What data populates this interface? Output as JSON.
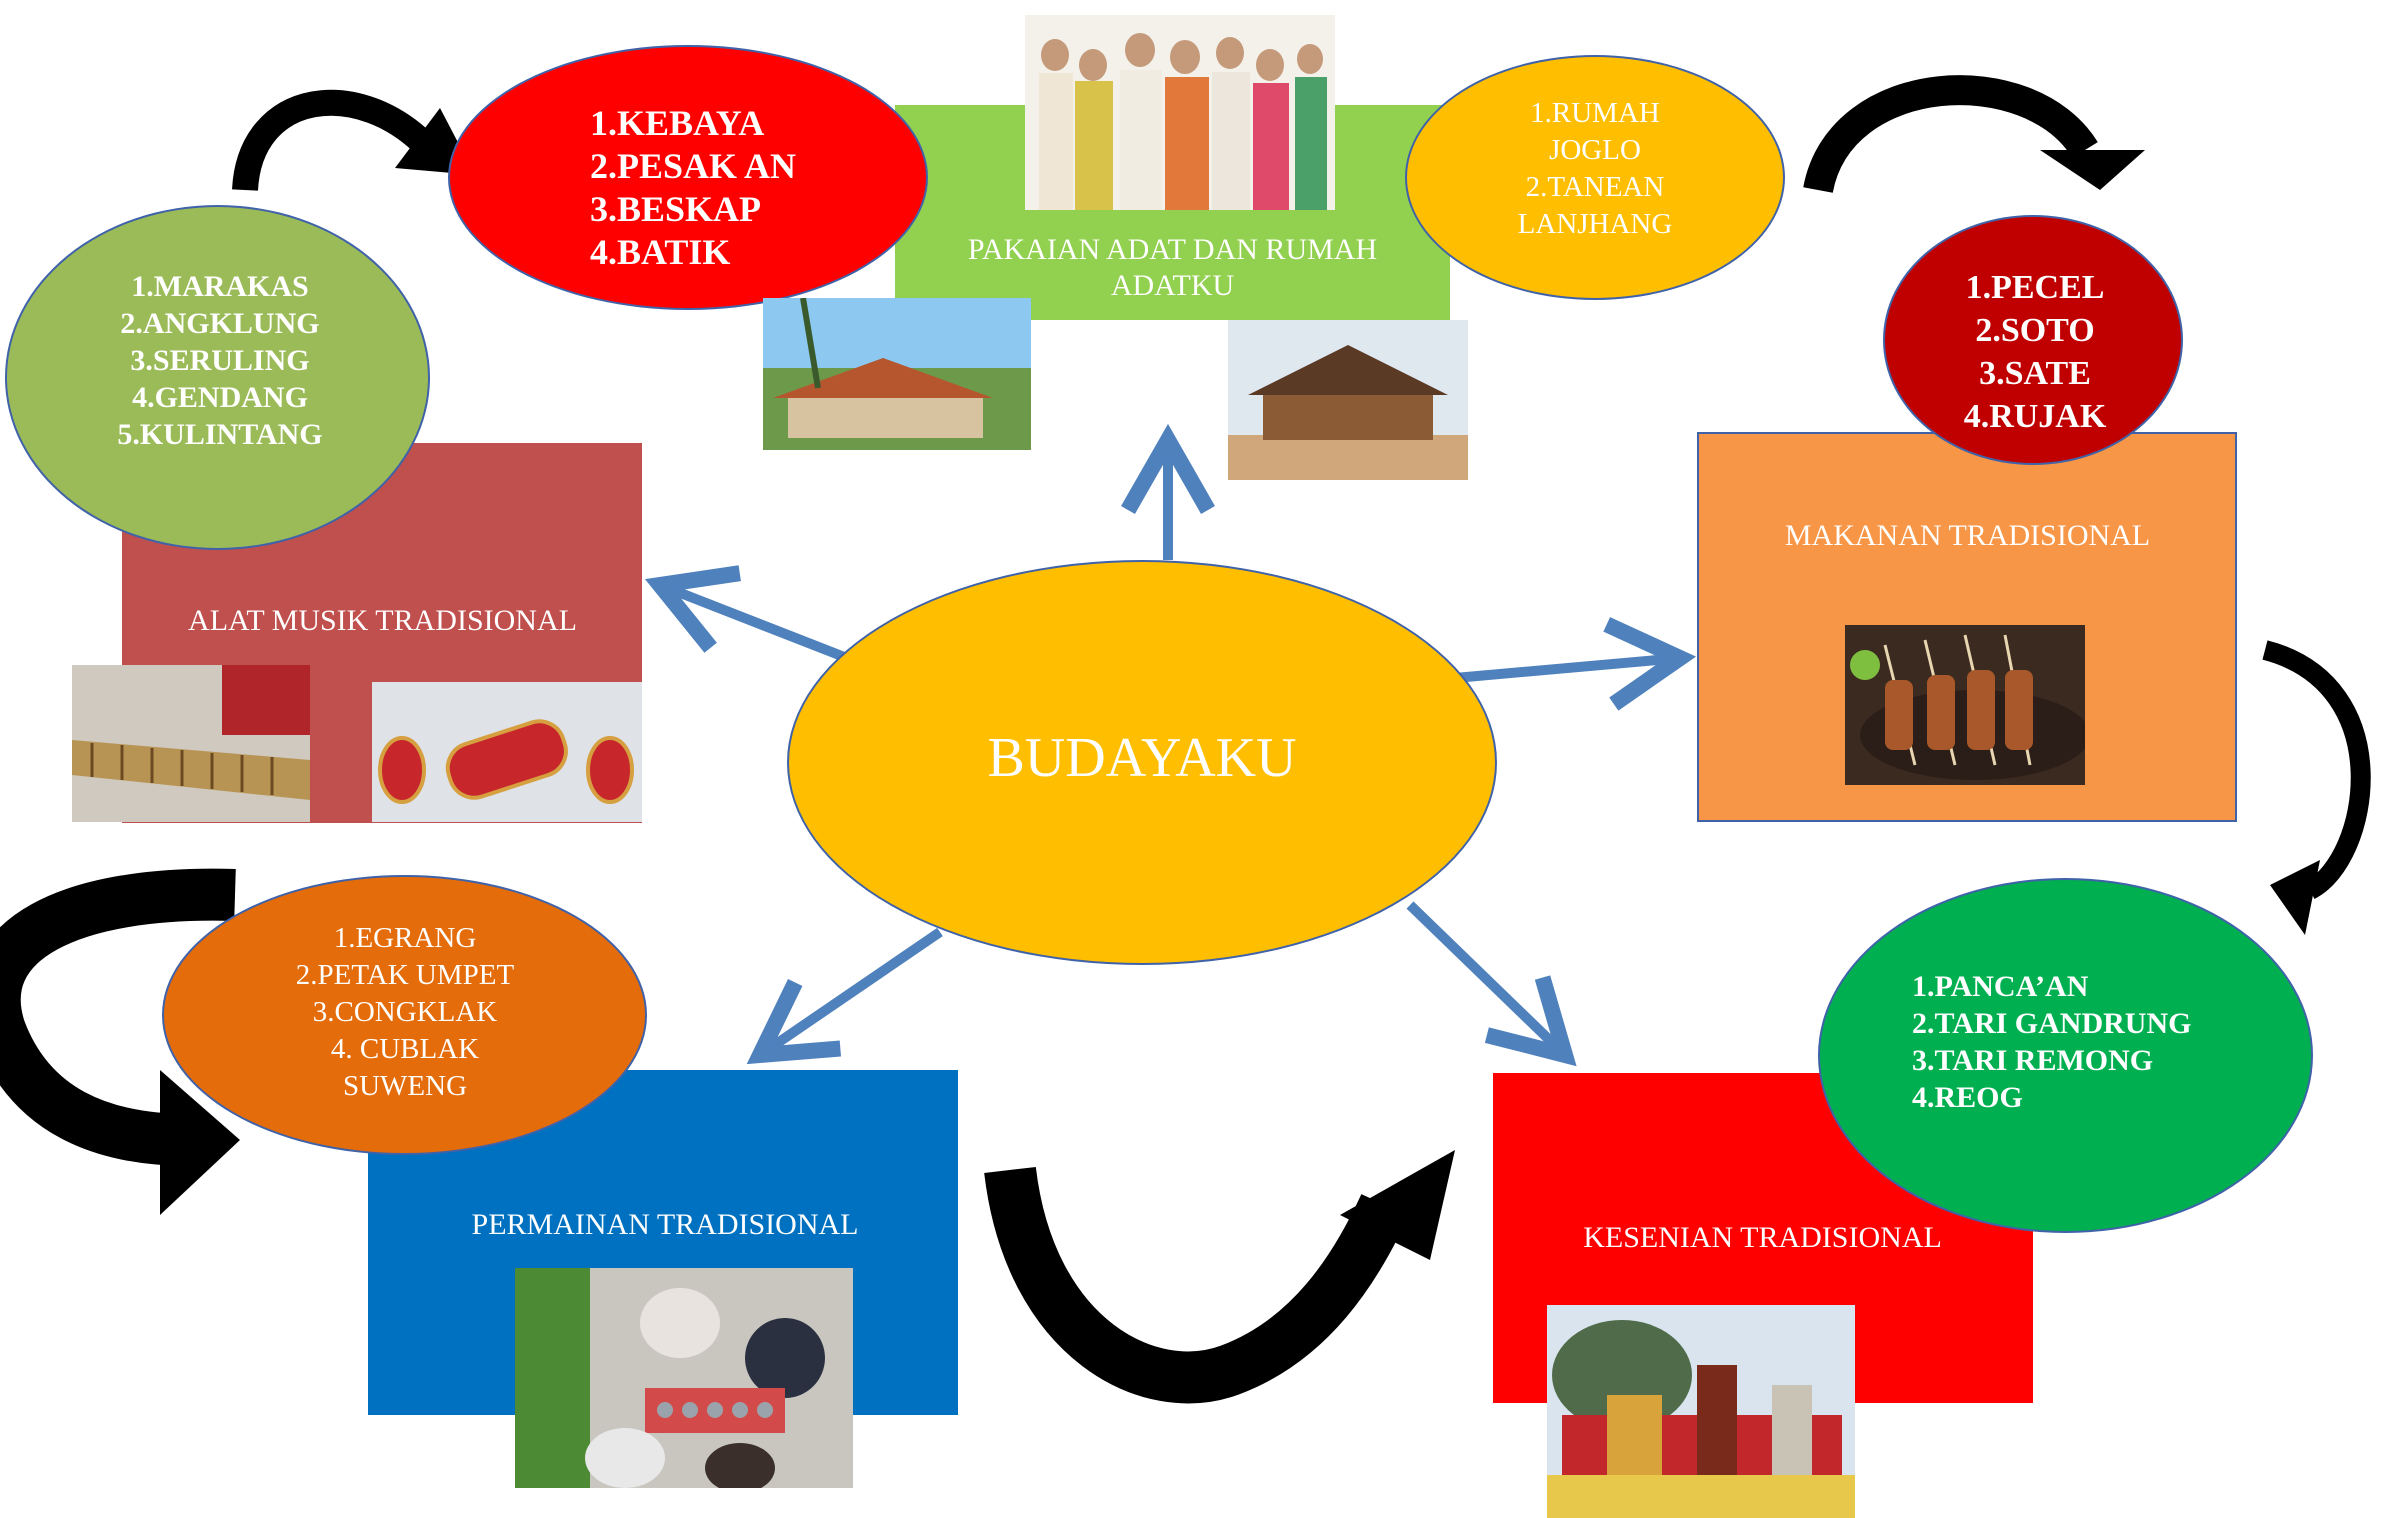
{
  "center": {
    "title": "BUDAYAKU"
  },
  "pakaian": {
    "label": "PAKAIAN ADAT DAN RUMAH ADATKU",
    "clothes": "1.KEBAYA\n2.PESAK AN\n3.BESKAP\n4.BATIK",
    "houses": "1.RUMAH\nJOGLO\n2.TANEAN\nLANJHANG"
  },
  "musik": {
    "label": "ALAT MUSIK TRADISIONAL",
    "items": "1.MARAKAS\n2.ANGKLUNG\n3.SERULING\n4.GENDANG\n5.KULINTANG"
  },
  "makanan": {
    "label": "MAKANAN TRADISIONAL",
    "items": "1.PECEL\n2.SOTO\n3.SATE\n4.RUJAK"
  },
  "permainan": {
    "label": "PERMAINAN TRADISIONAL",
    "items": "1.EGRANG\n2.PETAK UMPET\n3.CONGKLAK\n4. CUBLAK\nSUWENG"
  },
  "kesenian": {
    "label": "KESENIAN TRADISIONAL",
    "items": "1.PANCA’AN\n2.TARI GANDRUNG\n3.TARI REMONG\n4.REOG"
  },
  "colors": {
    "center": "#ffbf00",
    "pakaian_box": "#92d050",
    "musik_box": "#c0504d",
    "makanan_box": "#f79646",
    "permainan_box": "#0070c0",
    "kesenian_box": "#ff0000",
    "connector": "#4f81bd"
  }
}
